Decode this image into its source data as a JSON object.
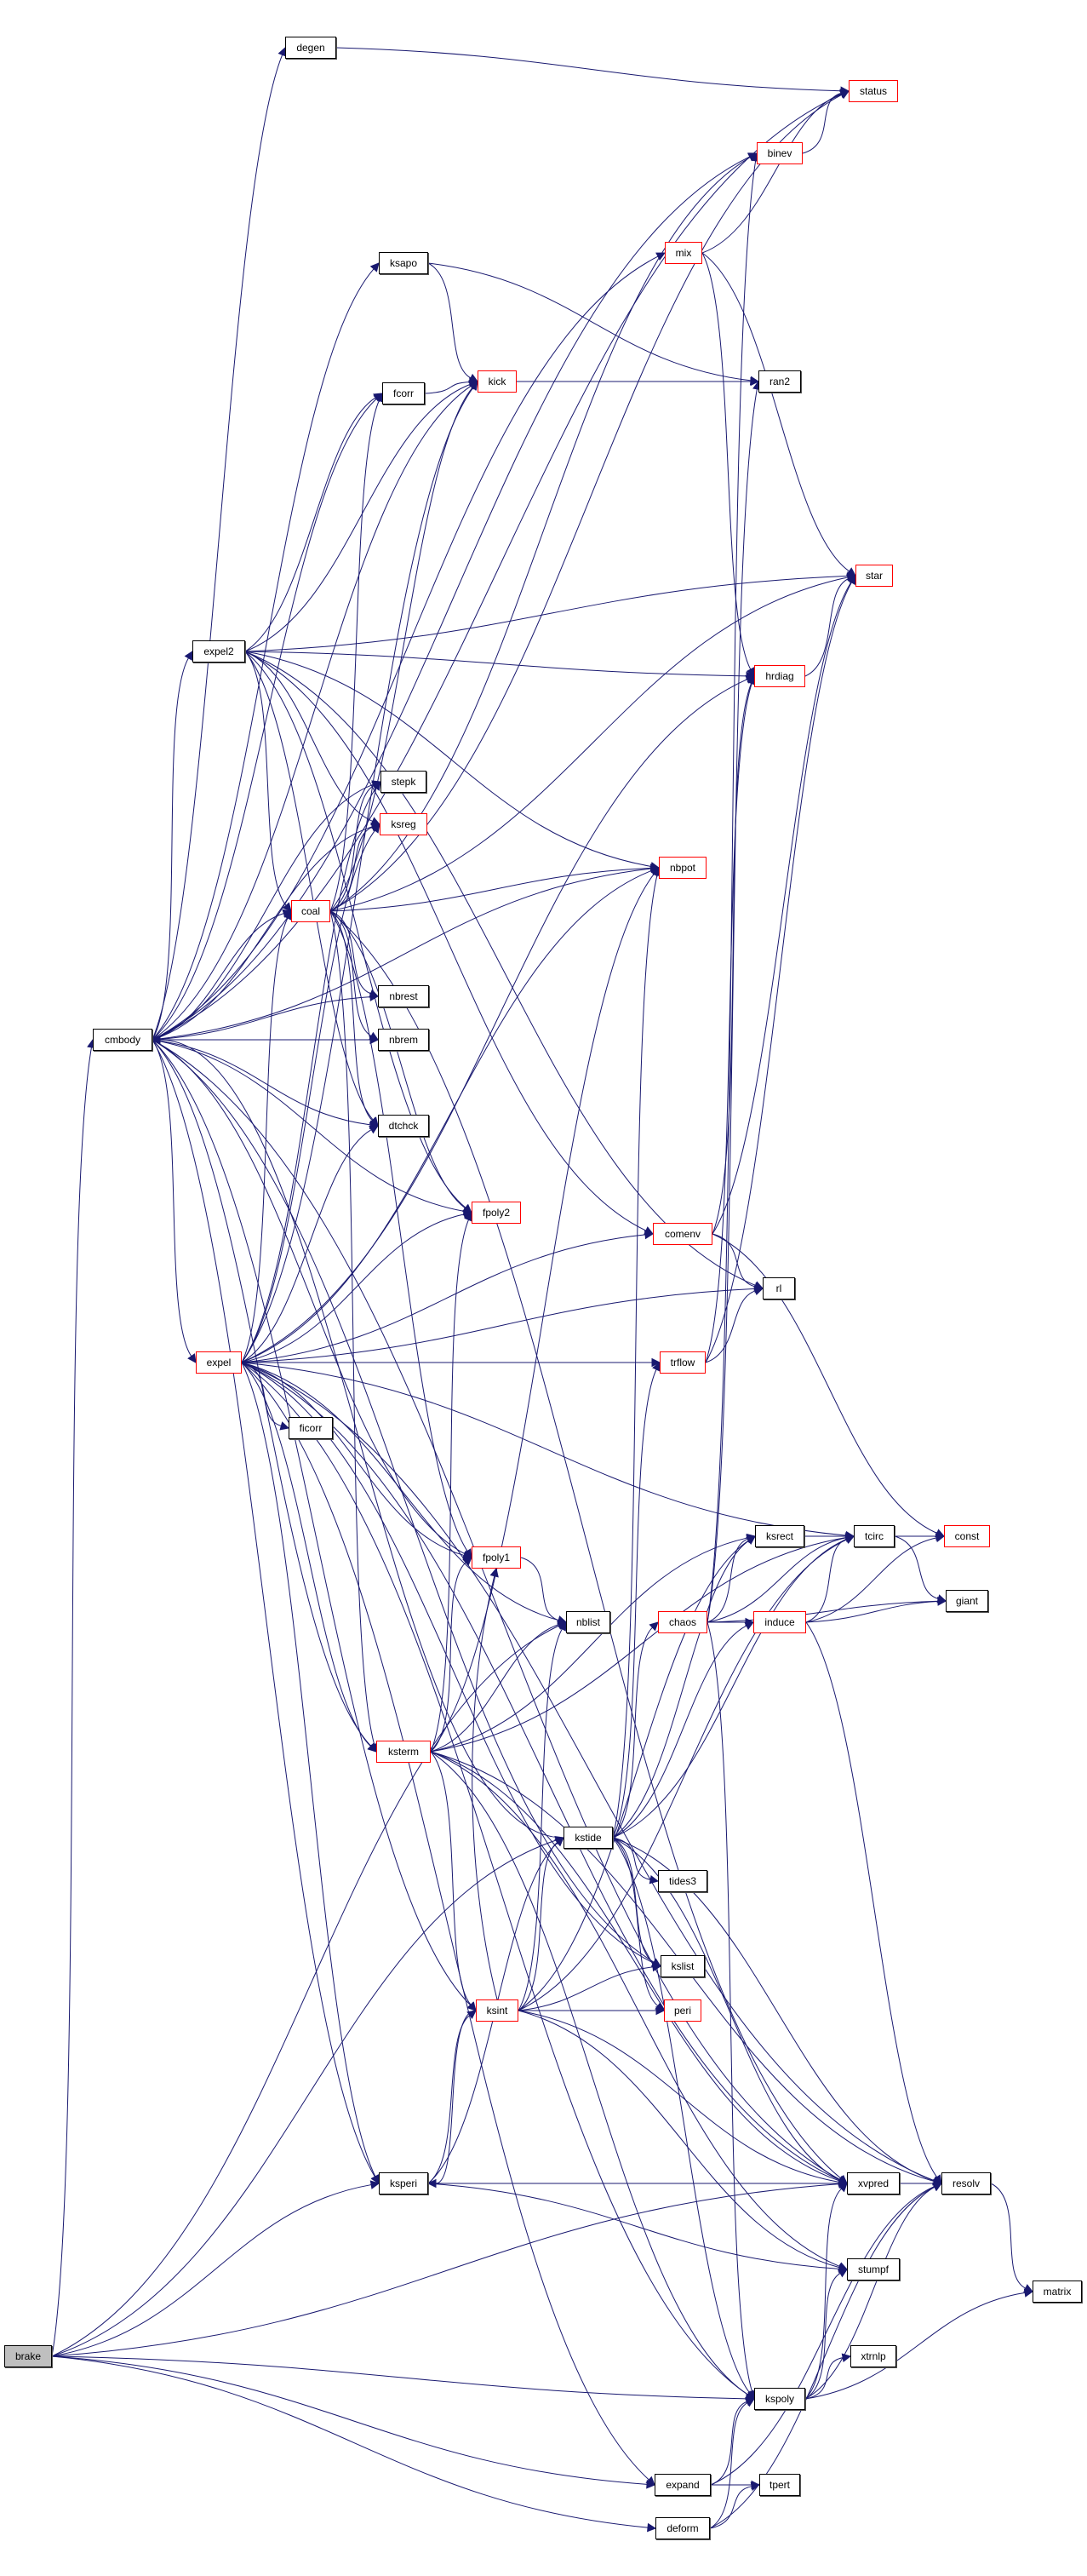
{
  "graph": {
    "root": "brake",
    "colors": {
      "edge": "#191970",
      "normal_border": "#000000",
      "truncated_border": "#ff0000",
      "root_fill": "#bfbfbf"
    },
    "nodes": [
      {
        "id": "brake",
        "label": "brake",
        "truncated": false
      },
      {
        "id": "cmbody",
        "label": "cmbody",
        "truncated": false
      },
      {
        "id": "degen",
        "label": "degen",
        "truncated": false
      },
      {
        "id": "status",
        "label": "status",
        "truncated": true
      },
      {
        "id": "binev",
        "label": "binev",
        "truncated": true
      },
      {
        "id": "mix",
        "label": "mix",
        "truncated": true
      },
      {
        "id": "ksapo",
        "label": "ksapo",
        "truncated": false
      },
      {
        "id": "kick",
        "label": "kick",
        "truncated": true
      },
      {
        "id": "fcorr",
        "label": "fcorr",
        "truncated": false
      },
      {
        "id": "ran2",
        "label": "ran2",
        "truncated": false
      },
      {
        "id": "star",
        "label": "star",
        "truncated": true
      },
      {
        "id": "expel2",
        "label": "expel2",
        "truncated": false
      },
      {
        "id": "hrdiag",
        "label": "hrdiag",
        "truncated": true
      },
      {
        "id": "stepk",
        "label": "stepk",
        "truncated": false
      },
      {
        "id": "ksreg",
        "label": "ksreg",
        "truncated": true
      },
      {
        "id": "nbpot",
        "label": "nbpot",
        "truncated": true
      },
      {
        "id": "coal",
        "label": "coal",
        "truncated": true
      },
      {
        "id": "nbrest",
        "label": "nbrest",
        "truncated": false
      },
      {
        "id": "nbrem",
        "label": "nbrem",
        "truncated": false
      },
      {
        "id": "dtchck",
        "label": "dtchck",
        "truncated": false
      },
      {
        "id": "fpoly2",
        "label": "fpoly2",
        "truncated": true
      },
      {
        "id": "comenv",
        "label": "comenv",
        "truncated": true
      },
      {
        "id": "rl",
        "label": "rl",
        "truncated": false
      },
      {
        "id": "expel",
        "label": "expel",
        "truncated": true
      },
      {
        "id": "trflow",
        "label": "trflow",
        "truncated": true
      },
      {
        "id": "ficorr",
        "label": "ficorr",
        "truncated": false
      },
      {
        "id": "ksrect",
        "label": "ksrect",
        "truncated": false
      },
      {
        "id": "tcirc",
        "label": "tcirc",
        "truncated": false
      },
      {
        "id": "const",
        "label": "const",
        "truncated": true
      },
      {
        "id": "fpoly1",
        "label": "fpoly1",
        "truncated": true
      },
      {
        "id": "giant",
        "label": "giant",
        "truncated": false
      },
      {
        "id": "nblist",
        "label": "nblist",
        "truncated": false
      },
      {
        "id": "chaos",
        "label": "chaos",
        "truncated": true
      },
      {
        "id": "induce",
        "label": "induce",
        "truncated": true
      },
      {
        "id": "ksterm",
        "label": "ksterm",
        "truncated": true
      },
      {
        "id": "kstide",
        "label": "kstide",
        "truncated": false
      },
      {
        "id": "tides3",
        "label": "tides3",
        "truncated": false
      },
      {
        "id": "kslist",
        "label": "kslist",
        "truncated": false
      },
      {
        "id": "ksint",
        "label": "ksint",
        "truncated": true
      },
      {
        "id": "peri",
        "label": "peri",
        "truncated": true
      },
      {
        "id": "ksperi",
        "label": "ksperi",
        "truncated": false
      },
      {
        "id": "xvpred",
        "label": "xvpred",
        "truncated": false
      },
      {
        "id": "resolv",
        "label": "resolv",
        "truncated": false
      },
      {
        "id": "stumpf",
        "label": "stumpf",
        "truncated": false
      },
      {
        "id": "matrix",
        "label": "matrix",
        "truncated": false
      },
      {
        "id": "xtrnlp",
        "label": "xtrnlp",
        "truncated": false
      },
      {
        "id": "kspoly",
        "label": "kspoly",
        "truncated": false
      },
      {
        "id": "expand",
        "label": "expand",
        "truncated": false
      },
      {
        "id": "tpert",
        "label": "tpert",
        "truncated": false
      },
      {
        "id": "deform",
        "label": "deform",
        "truncated": false
      }
    ],
    "edges": [
      [
        "brake",
        "cmbody"
      ],
      [
        "brake",
        "nblist"
      ],
      [
        "brake",
        "kstide"
      ],
      [
        "brake",
        "ksperi"
      ],
      [
        "brake",
        "xvpred"
      ],
      [
        "brake",
        "kspoly"
      ],
      [
        "brake",
        "expand"
      ],
      [
        "brake",
        "deform"
      ],
      [
        "cmbody",
        "status"
      ],
      [
        "cmbody",
        "degen"
      ],
      [
        "cmbody",
        "binev"
      ],
      [
        "cmbody",
        "mix"
      ],
      [
        "cmbody",
        "ksapo"
      ],
      [
        "cmbody",
        "kick"
      ],
      [
        "cmbody",
        "fcorr"
      ],
      [
        "cmbody",
        "nbpot"
      ],
      [
        "cmbody",
        "expel2"
      ],
      [
        "cmbody",
        "stepk"
      ],
      [
        "cmbody",
        "ksreg"
      ],
      [
        "cmbody",
        "coal"
      ],
      [
        "cmbody",
        "nbrest"
      ],
      [
        "cmbody",
        "nbrem"
      ],
      [
        "cmbody",
        "dtchck"
      ],
      [
        "cmbody",
        "fpoly2"
      ],
      [
        "cmbody",
        "expel"
      ],
      [
        "cmbody",
        "fpoly1"
      ],
      [
        "cmbody",
        "ksterm"
      ],
      [
        "cmbody",
        "kslist"
      ],
      [
        "cmbody",
        "ksperi"
      ],
      [
        "cmbody",
        "xvpred"
      ],
      [
        "cmbody",
        "ksint"
      ],
      [
        "degen",
        "status"
      ],
      [
        "binev",
        "status"
      ],
      [
        "mix",
        "status"
      ],
      [
        "mix",
        "star"
      ],
      [
        "mix",
        "hrdiag"
      ],
      [
        "ksapo",
        "kick"
      ],
      [
        "ksapo",
        "ran2"
      ],
      [
        "kick",
        "ran2"
      ],
      [
        "fcorr",
        "kick"
      ],
      [
        "expel2",
        "fcorr"
      ],
      [
        "expel2",
        "kick"
      ],
      [
        "expel2",
        "star"
      ],
      [
        "expel2",
        "hrdiag"
      ],
      [
        "expel2",
        "nbpot"
      ],
      [
        "expel2",
        "comenv"
      ],
      [
        "expel2",
        "fpoly2"
      ],
      [
        "expel2",
        "rl"
      ],
      [
        "expel2",
        "coal"
      ],
      [
        "expel2",
        "dtchck"
      ],
      [
        "expel2",
        "ksreg"
      ],
      [
        "coal",
        "status"
      ],
      [
        "coal",
        "binev"
      ],
      [
        "coal",
        "kick"
      ],
      [
        "coal",
        "fcorr"
      ],
      [
        "coal",
        "stepk"
      ],
      [
        "coal",
        "ksreg"
      ],
      [
        "coal",
        "nbpot"
      ],
      [
        "coal",
        "nbrest"
      ],
      [
        "coal",
        "nbrem"
      ],
      [
        "coal",
        "dtchck"
      ],
      [
        "coal",
        "fpoly2"
      ],
      [
        "coal",
        "fpoly1"
      ],
      [
        "coal",
        "ksterm"
      ],
      [
        "coal",
        "xvpred"
      ],
      [
        "coal",
        "star"
      ],
      [
        "expel",
        "coal"
      ],
      [
        "expel",
        "kick"
      ],
      [
        "expel",
        "ksreg"
      ],
      [
        "expel",
        "stepk"
      ],
      [
        "expel",
        "dtchck"
      ],
      [
        "expel",
        "fpoly2"
      ],
      [
        "expel",
        "hrdiag"
      ],
      [
        "expel",
        "comenv"
      ],
      [
        "expel",
        "rl"
      ],
      [
        "expel",
        "trflow"
      ],
      [
        "expel",
        "ficorr"
      ],
      [
        "expel",
        "fpoly1"
      ],
      [
        "expel",
        "ksterm"
      ],
      [
        "expel",
        "nblist"
      ],
      [
        "expel",
        "tcirc"
      ],
      [
        "expel",
        "resolv"
      ],
      [
        "expel",
        "xvpred"
      ],
      [
        "expel",
        "ksperi"
      ],
      [
        "expel",
        "kspoly"
      ],
      [
        "expel",
        "expand"
      ],
      [
        "expel",
        "kslist"
      ],
      [
        "expel",
        "nbpot"
      ],
      [
        "hrdiag",
        "star"
      ],
      [
        "comenv",
        "star"
      ],
      [
        "comenv",
        "rl"
      ],
      [
        "comenv",
        "const"
      ],
      [
        "comenv",
        "hrdiag"
      ],
      [
        "trflow",
        "rl"
      ],
      [
        "trflow",
        "star"
      ],
      [
        "trflow",
        "hrdiag"
      ],
      [
        "fpoly1",
        "nblist"
      ],
      [
        "ksterm",
        "fpoly2"
      ],
      [
        "ksterm",
        "fpoly1"
      ],
      [
        "ksterm",
        "nblist"
      ],
      [
        "ksterm",
        "nbpot"
      ],
      [
        "ksterm",
        "ksrect"
      ],
      [
        "ksterm",
        "tcirc"
      ],
      [
        "ksterm",
        "ksint"
      ],
      [
        "ksterm",
        "resolv"
      ],
      [
        "ksterm",
        "xvpred"
      ],
      [
        "ksterm",
        "stumpf"
      ],
      [
        "ksterm",
        "kspoly"
      ],
      [
        "kstide",
        "chaos"
      ],
      [
        "kstide",
        "trflow"
      ],
      [
        "kstide",
        "ksrect"
      ],
      [
        "kstide",
        "tcirc"
      ],
      [
        "kstide",
        "induce"
      ],
      [
        "kstide",
        "tides3"
      ],
      [
        "kstide",
        "kslist"
      ],
      [
        "kstide",
        "peri"
      ],
      [
        "kstide",
        "xvpred"
      ],
      [
        "kstide",
        "resolv"
      ],
      [
        "kstide",
        "kspoly"
      ],
      [
        "kstide",
        "nbpot"
      ],
      [
        "kstide",
        "cmbody"
      ],
      [
        "ksint",
        "kstide"
      ],
      [
        "ksint",
        "ksperi"
      ],
      [
        "ksint",
        "kslist"
      ],
      [
        "ksint",
        "peri"
      ],
      [
        "ksint",
        "stumpf"
      ],
      [
        "ksint",
        "fpoly1"
      ],
      [
        "ksint",
        "nblist"
      ],
      [
        "ksint",
        "ksrect"
      ],
      [
        "ksint",
        "tcirc"
      ],
      [
        "ksint",
        "xvpred"
      ],
      [
        "ksperi",
        "xvpred"
      ],
      [
        "ksperi",
        "stumpf"
      ],
      [
        "ksperi",
        "ksint"
      ],
      [
        "ksperi",
        "kstide"
      ],
      [
        "chaos",
        "ksrect"
      ],
      [
        "chaos",
        "tcirc"
      ],
      [
        "chaos",
        "induce"
      ],
      [
        "chaos",
        "giant"
      ],
      [
        "chaos",
        "binev"
      ],
      [
        "chaos",
        "ran2"
      ],
      [
        "chaos",
        "kspoly"
      ],
      [
        "induce",
        "tcirc"
      ],
      [
        "induce",
        "const"
      ],
      [
        "induce",
        "giant"
      ],
      [
        "induce",
        "resolv"
      ],
      [
        "ksrect",
        "tcirc"
      ],
      [
        "tcirc",
        "const"
      ],
      [
        "tcirc",
        "giant"
      ],
      [
        "xvpred",
        "resolv"
      ],
      [
        "resolv",
        "matrix"
      ],
      [
        "kspoly",
        "xvpred"
      ],
      [
        "kspoly",
        "stumpf"
      ],
      [
        "kspoly",
        "resolv"
      ],
      [
        "kspoly",
        "xtrnlp"
      ],
      [
        "kspoly",
        "matrix"
      ],
      [
        "expand",
        "kspoly"
      ],
      [
        "expand",
        "tpert"
      ],
      [
        "expand",
        "resolv"
      ],
      [
        "deform",
        "kspoly"
      ],
      [
        "deform",
        "tpert"
      ],
      [
        "deform",
        "resolv"
      ]
    ]
  }
}
